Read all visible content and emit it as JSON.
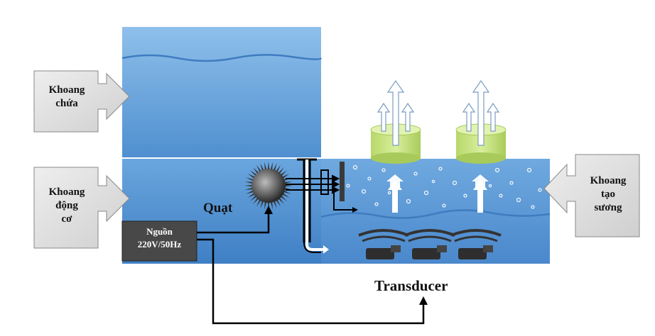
{
  "labels": {
    "storage": [
      "Khoang",
      "chứa"
    ],
    "motor": [
      "Khoang",
      "động",
      "cơ"
    ],
    "mist": [
      "Khoang",
      "tạo",
      "sương"
    ],
    "fan": "Quạt",
    "power_supply": [
      "Nguồn",
      "220V/50Hz"
    ],
    "transducer": "Transducer"
  },
  "colors": {
    "water_blue": "#5b9bd5",
    "water_light": "#8fc0ea",
    "callout_gray": "#d9d9d9",
    "cup_green": "#c6e27a",
    "psu_dark": "#4a4a4a"
  }
}
